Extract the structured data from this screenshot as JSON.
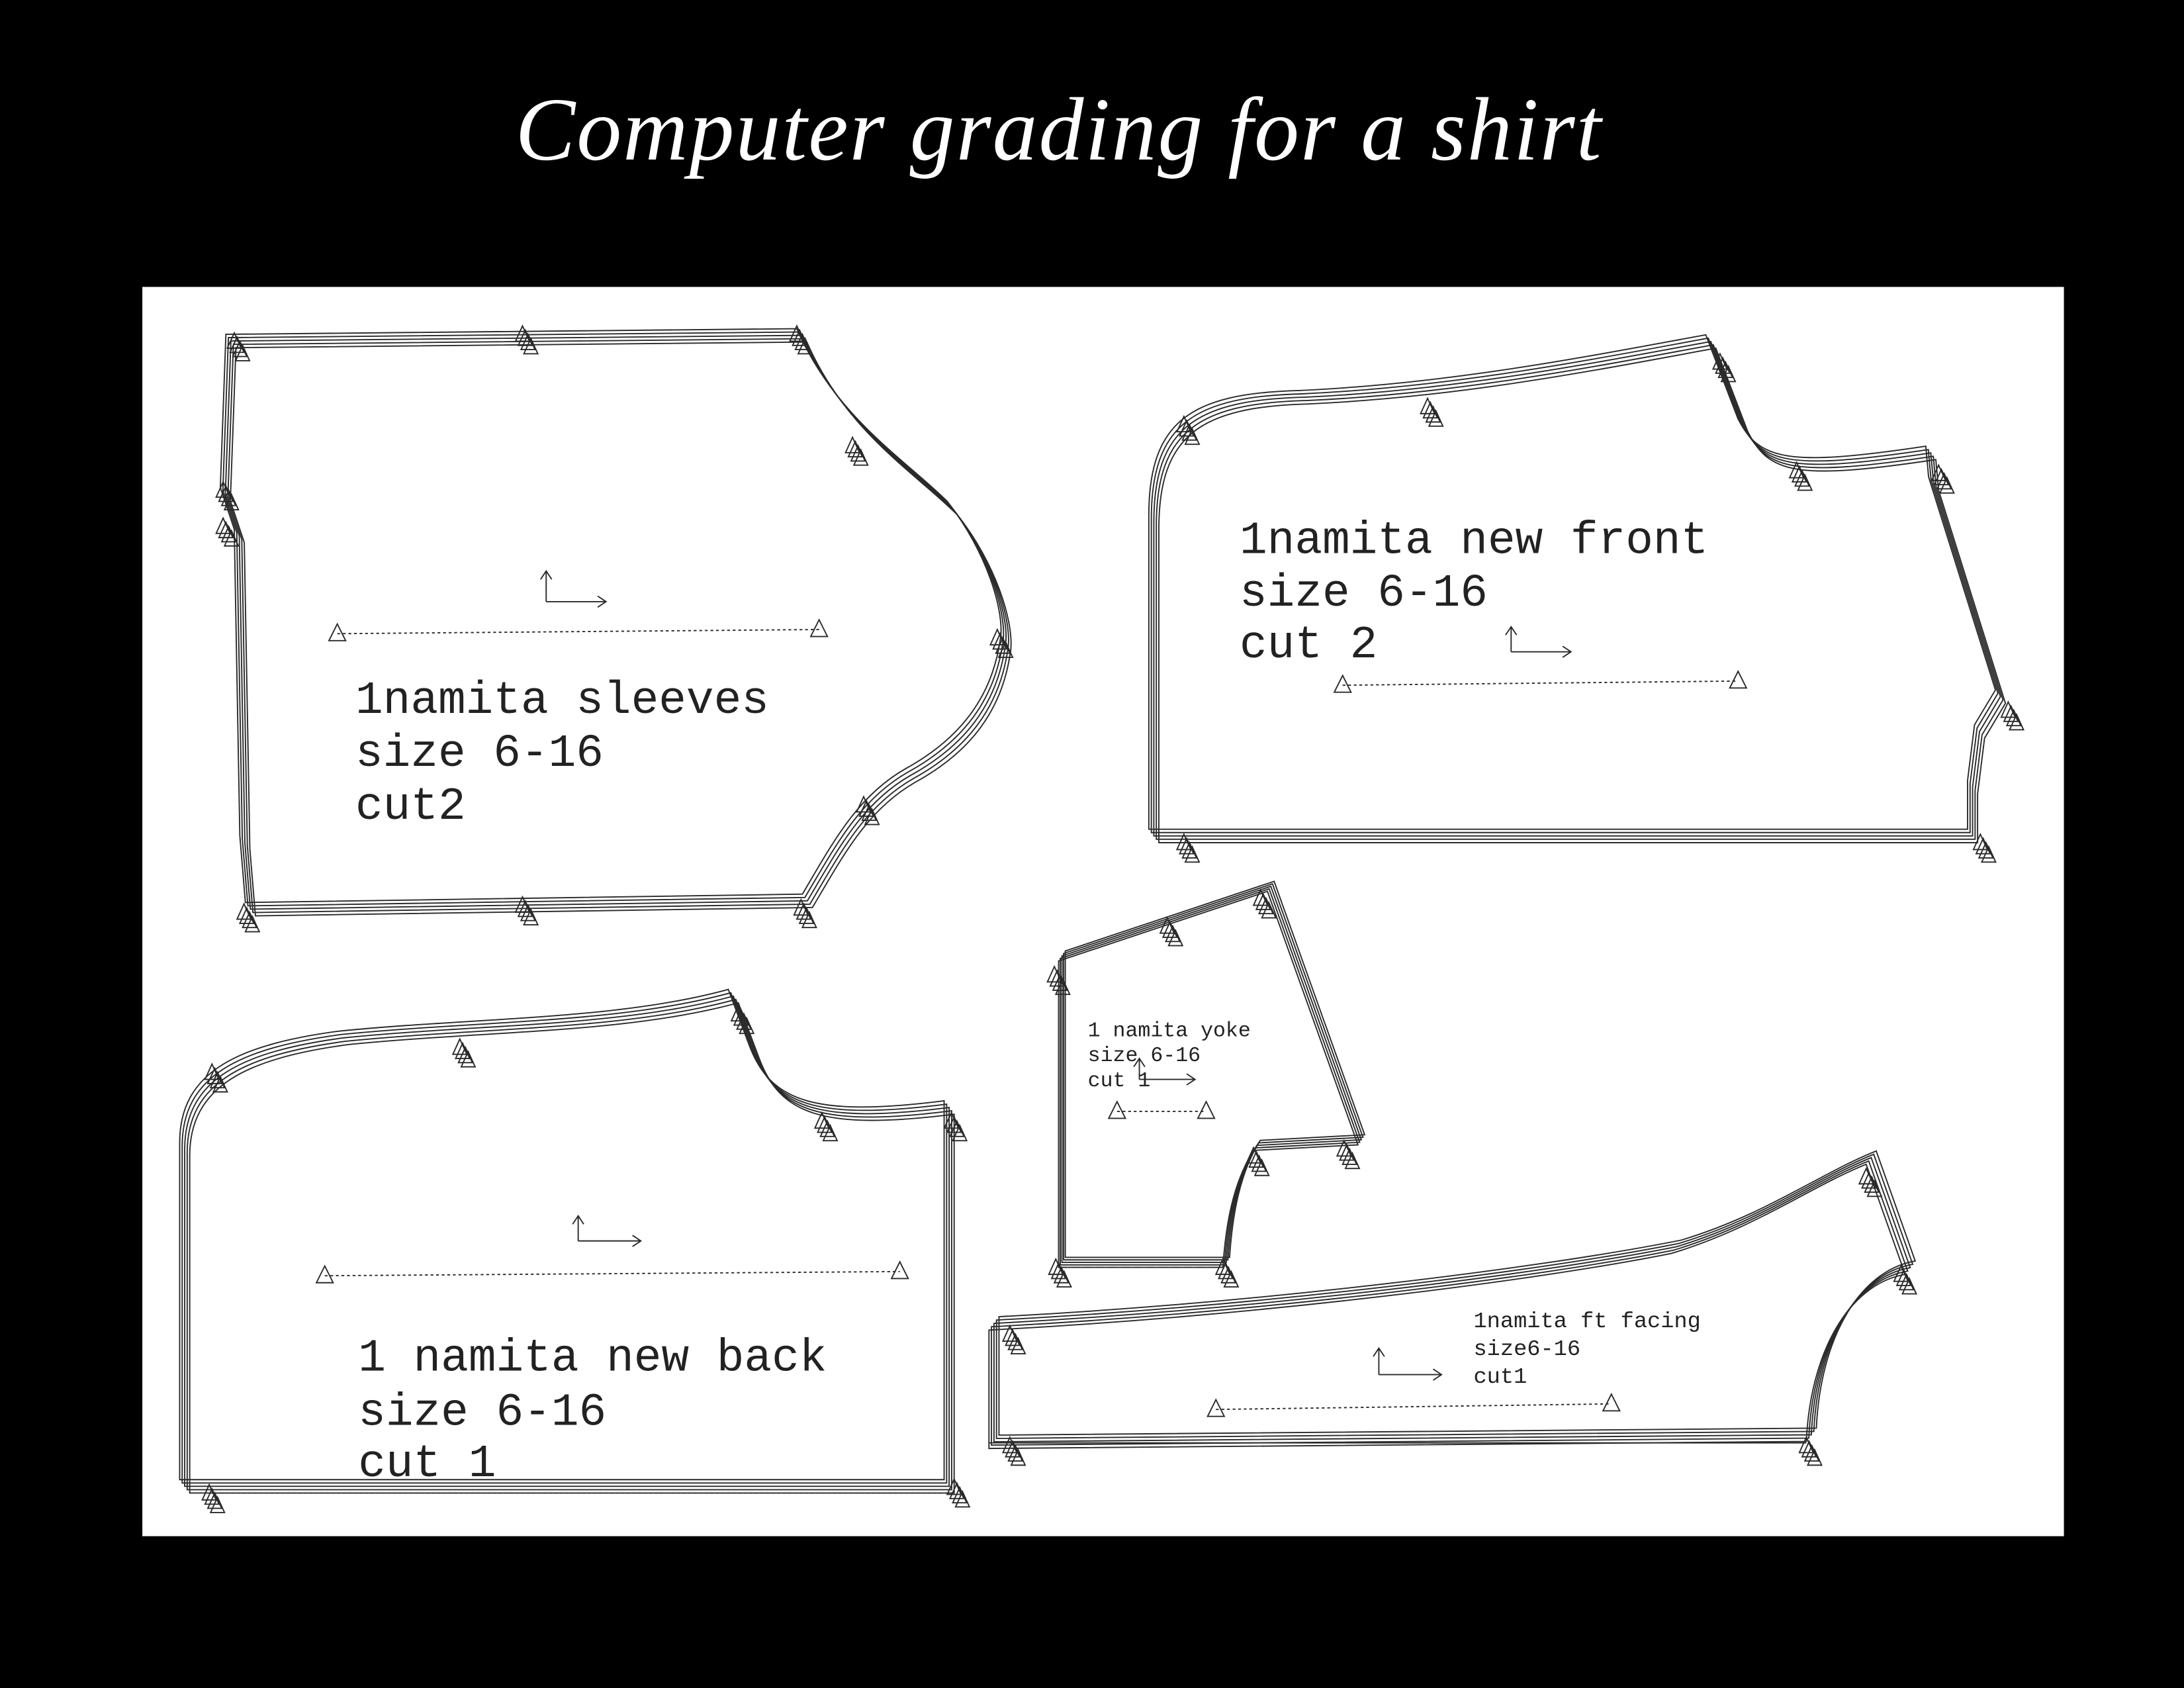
{
  "title": "Computer grading for a shirt",
  "colors": {
    "background": "#000000",
    "paper": "#ffffff",
    "ink": "#2a2a2a"
  },
  "pieces": [
    {
      "id": "sleeves",
      "lines": [
        "1namita sleeves",
        "size 6-16",
        "cut2"
      ]
    },
    {
      "id": "front",
      "lines": [
        "1namita new front",
        "size 6-16",
        "cut 2"
      ]
    },
    {
      "id": "yoke",
      "lines": [
        "1 namita yoke",
        "size 6-16",
        "cut 1"
      ]
    },
    {
      "id": "back",
      "lines": [
        "1 namita new back",
        "size 6-16",
        "cut 1"
      ]
    },
    {
      "id": "facing",
      "lines": [
        "1namita ft facing",
        "size6-16",
        "cut1"
      ]
    }
  ]
}
